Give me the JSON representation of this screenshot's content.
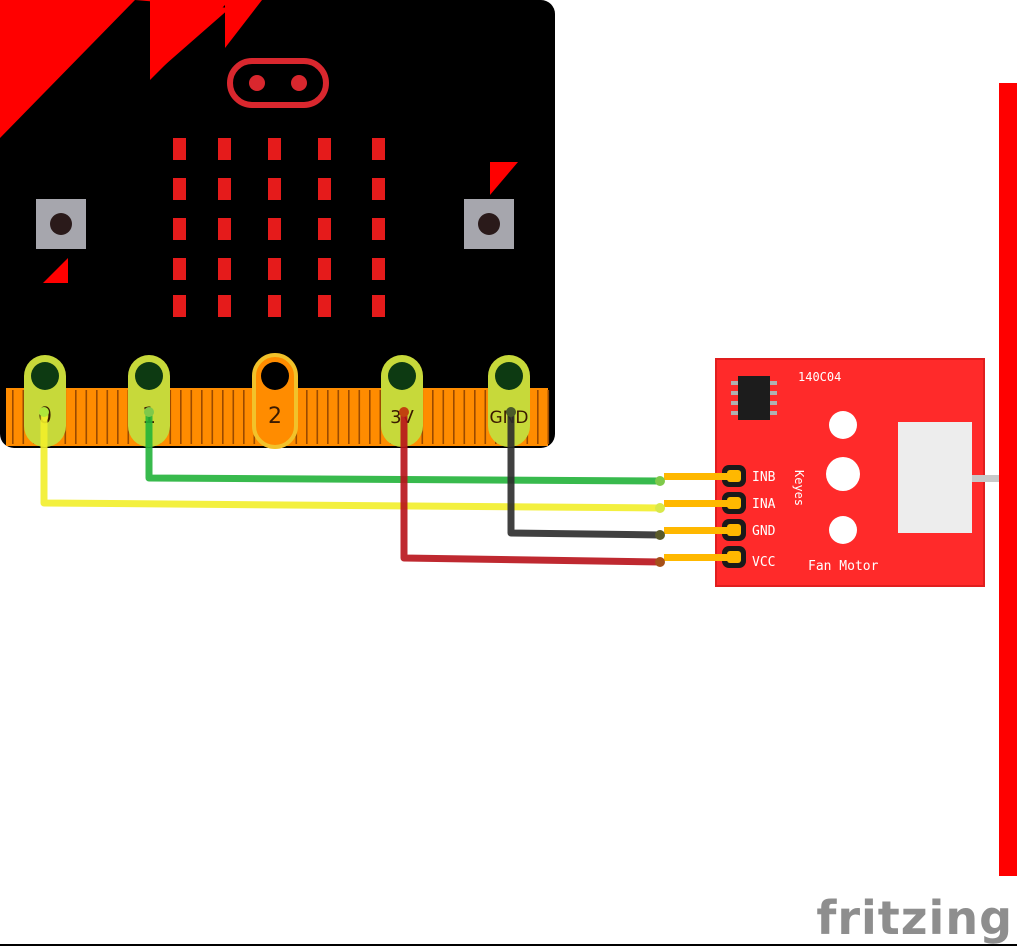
{
  "microbit": {
    "pads": [
      {
        "label": "0"
      },
      {
        "label": "1"
      },
      {
        "label": "2"
      },
      {
        "label": "3V"
      },
      {
        "label": "GND"
      }
    ]
  },
  "module": {
    "chip_label": "140C04",
    "side_label": "Keyes",
    "title": "Fan Motor",
    "pins": [
      {
        "label": "INB"
      },
      {
        "label": "INA"
      },
      {
        "label": "GND"
      },
      {
        "label": "VCC"
      }
    ]
  },
  "wires": [
    {
      "from": "1",
      "to": "INB",
      "color": "#22b33a"
    },
    {
      "from": "0",
      "to": "INA",
      "color": "#f2ee2a"
    },
    {
      "from": "GND",
      "to": "GND",
      "color": "#2b2b2b"
    },
    {
      "from": "3V",
      "to": "VCC",
      "color": "#b8121a"
    }
  ],
  "brand": "fritzing",
  "colors": {
    "board": "#000000",
    "accent": "#ff0000",
    "module": "#ff2a2a",
    "pad": "#ff8c00",
    "pad_ring": "#c7d93a"
  }
}
